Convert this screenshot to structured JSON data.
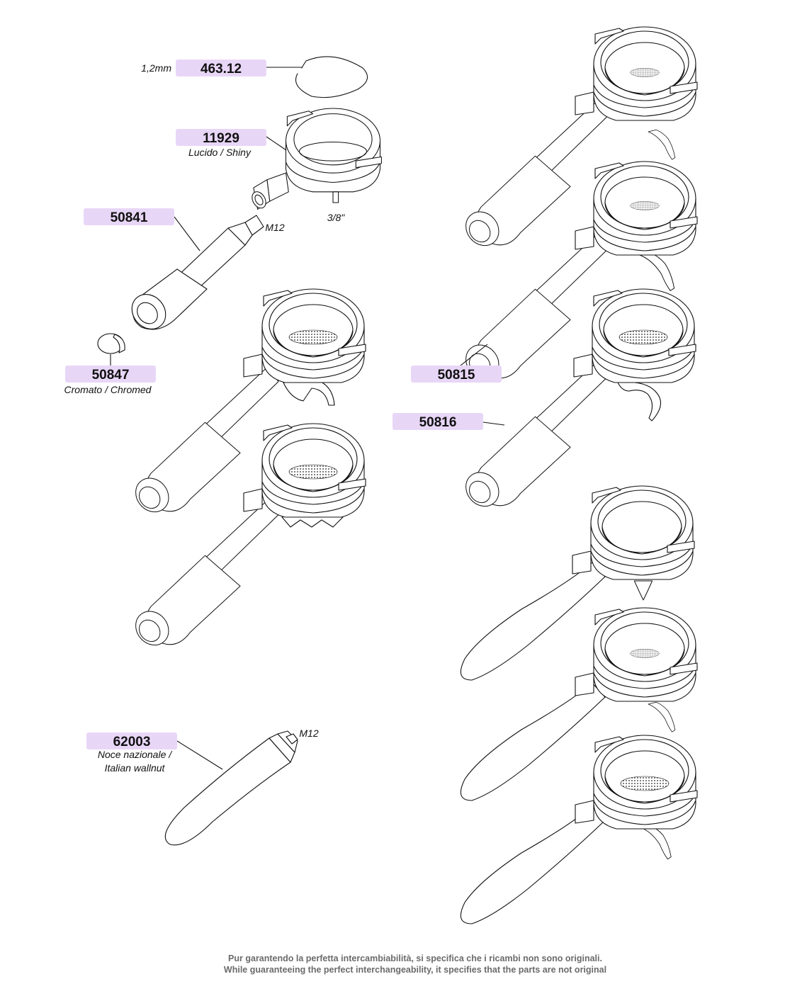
{
  "parts": [
    {
      "code": "463.12",
      "note_left": "1,2mm"
    },
    {
      "code": "11929",
      "note": "Lucido / Shiny",
      "thread_note": "3/8\""
    },
    {
      "code": "50841",
      "thread_note": "M12"
    },
    {
      "code": "50847",
      "note": "Cromato / Chromed"
    },
    {
      "code": "50815"
    },
    {
      "code": "50816"
    },
    {
      "code": "62003",
      "note_line1": "Noce nazionale /",
      "note_line2": "Italian wallnut",
      "thread_note": "M12"
    }
  ],
  "footer": {
    "line1": "Pur garantendo la perfetta intercambiabilità, si specifica che i ricambi non sono originali.",
    "line2": "While guaranteeing the perfect interchangeability, it specifies that the parts are not original"
  },
  "colors": {
    "label_bg": "#e8d6f7",
    "line": "#111111",
    "footer_text": "#6b6b6b"
  }
}
